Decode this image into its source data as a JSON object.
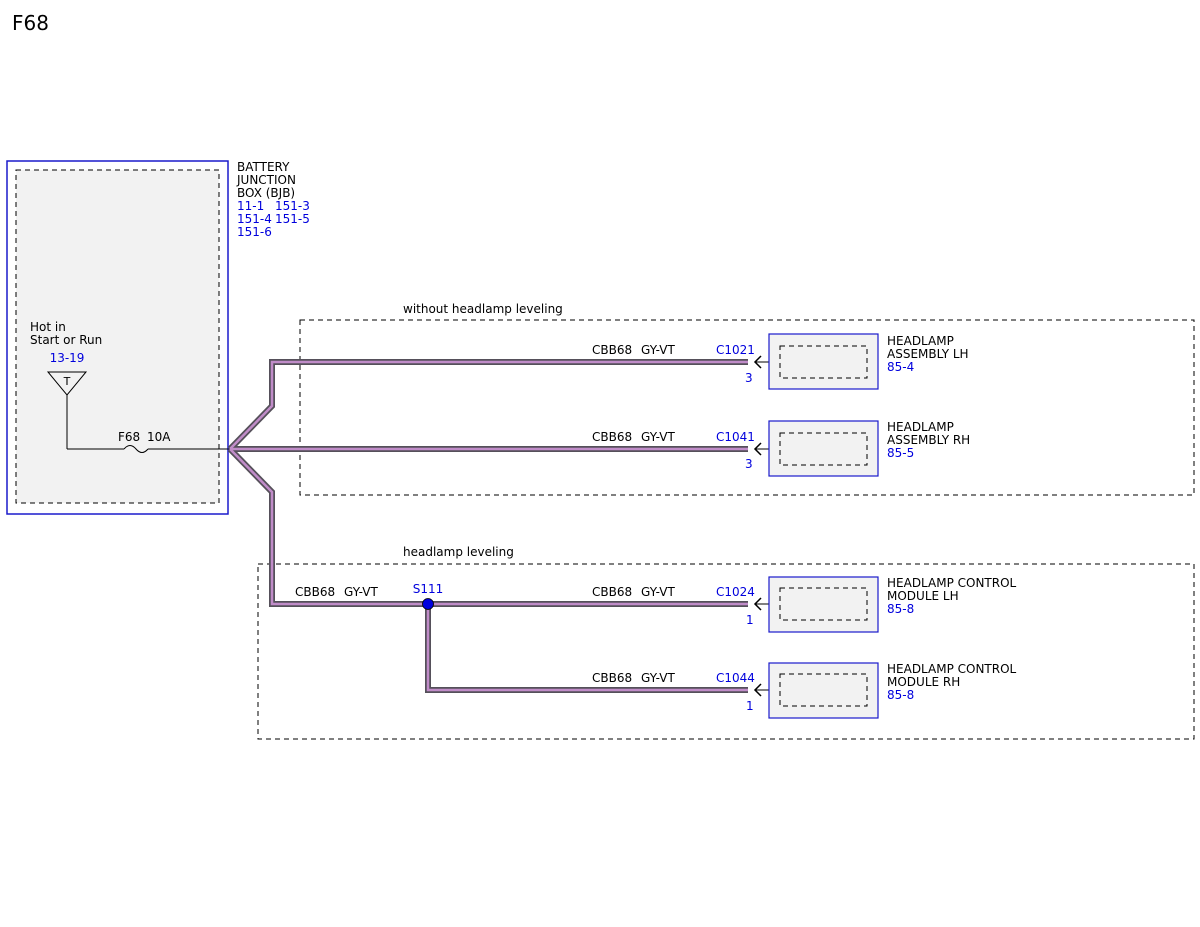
{
  "page_title": "F68",
  "colors": {
    "ref_blue": "#0000dd",
    "outline_blue": "#1a1acc",
    "wire_fill": "#c08cc8",
    "wire_edge": "#55505a",
    "box_fill": "#f2f2f2"
  },
  "bjb": {
    "title_lines": [
      "BATTERY",
      "JUNCTION",
      "BOX (BJB)"
    ],
    "refs": [
      "11-1",
      "151-3",
      "151-4",
      "151-5",
      "151-6"
    ],
    "power_label_lines": [
      "Hot in",
      "Start or Run"
    ],
    "power_ref": "13-19",
    "power_symbol": "T",
    "fuse_name": "F68",
    "fuse_rating": "10A"
  },
  "groups": [
    {
      "label": "without headlamp leveling"
    },
    {
      "label": "headlamp leveling"
    }
  ],
  "splice": {
    "id": "S111"
  },
  "feed_wire": {
    "circuit": "CBB68",
    "color": "GY-VT"
  },
  "branches": [
    {
      "circuit": "CBB68",
      "color": "GY-VT",
      "connector": "C1021",
      "pin": "3",
      "component_lines": [
        "HEADLAMP",
        "ASSEMBLY LH"
      ],
      "component_ref": "85-4"
    },
    {
      "circuit": "CBB68",
      "color": "GY-VT",
      "connector": "C1041",
      "pin": "3",
      "component_lines": [
        "HEADLAMP",
        "ASSEMBLY RH"
      ],
      "component_ref": "85-5"
    },
    {
      "circuit": "CBB68",
      "color": "GY-VT",
      "connector": "C1024",
      "pin": "1",
      "component_lines": [
        "HEADLAMP CONTROL",
        "MODULE LH"
      ],
      "component_ref": "85-8"
    },
    {
      "circuit": "CBB68",
      "color": "GY-VT",
      "connector": "C1044",
      "pin": "1",
      "component_lines": [
        "HEADLAMP CONTROL",
        "MODULE RH"
      ],
      "component_ref": "85-8"
    }
  ]
}
